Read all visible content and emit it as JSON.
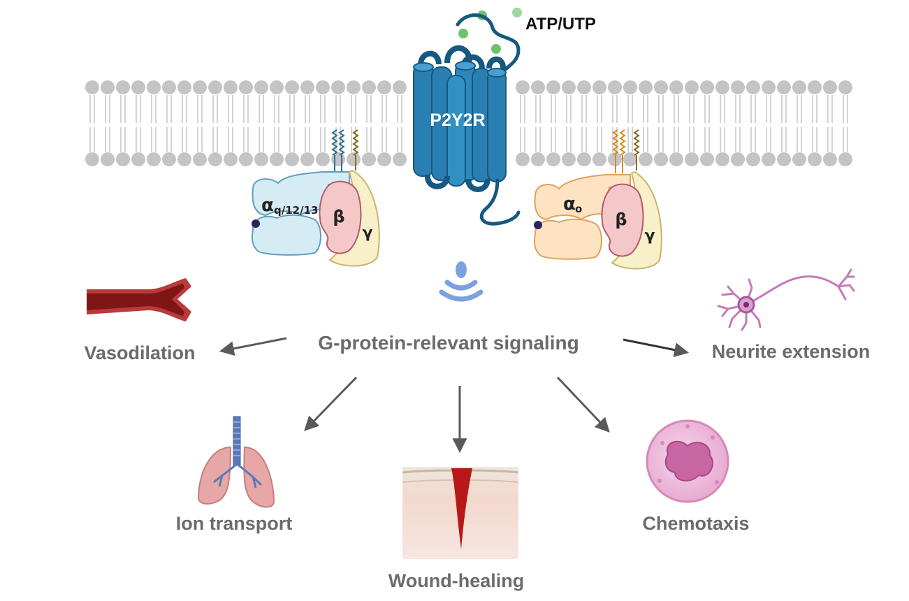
{
  "ligand": {
    "label": "ATP/UTP",
    "dot_color": "#6cc36c"
  },
  "receptor": {
    "label": "P2Y2R",
    "color": "#2a7fb2",
    "dark": "#16587f"
  },
  "gprotein_left": {
    "alpha_symbol": "α",
    "alpha_subscript": "q/12/13",
    "beta": "β",
    "gamma": "γ",
    "alpha_color": "#d6ecf4"
  },
  "gprotein_right": {
    "alpha_symbol": "α",
    "alpha_subscript": "o",
    "beta": "β",
    "gamma": "γ",
    "alpha_color": "#fde3c2"
  },
  "signal_icon": "wifi-signal-icon",
  "center_label": "G-protein-relevant signaling",
  "outcomes": {
    "vasodilation": "Vasodilation",
    "neurite": "Neurite extension",
    "ion_transport": "Ion transport",
    "wound": "Wound-healing",
    "chemotaxis": "Chemotaxis"
  },
  "colors": {
    "membrane": "#c4c4c4",
    "arrow": "#5a5a5a",
    "beta": "#f4c8c8",
    "gamma": "#f7f0c8",
    "vessel": "#8b1a1a",
    "neuron": "#c77ab8",
    "lung": "#e8a7a7",
    "cell": "#f2c2e0"
  }
}
